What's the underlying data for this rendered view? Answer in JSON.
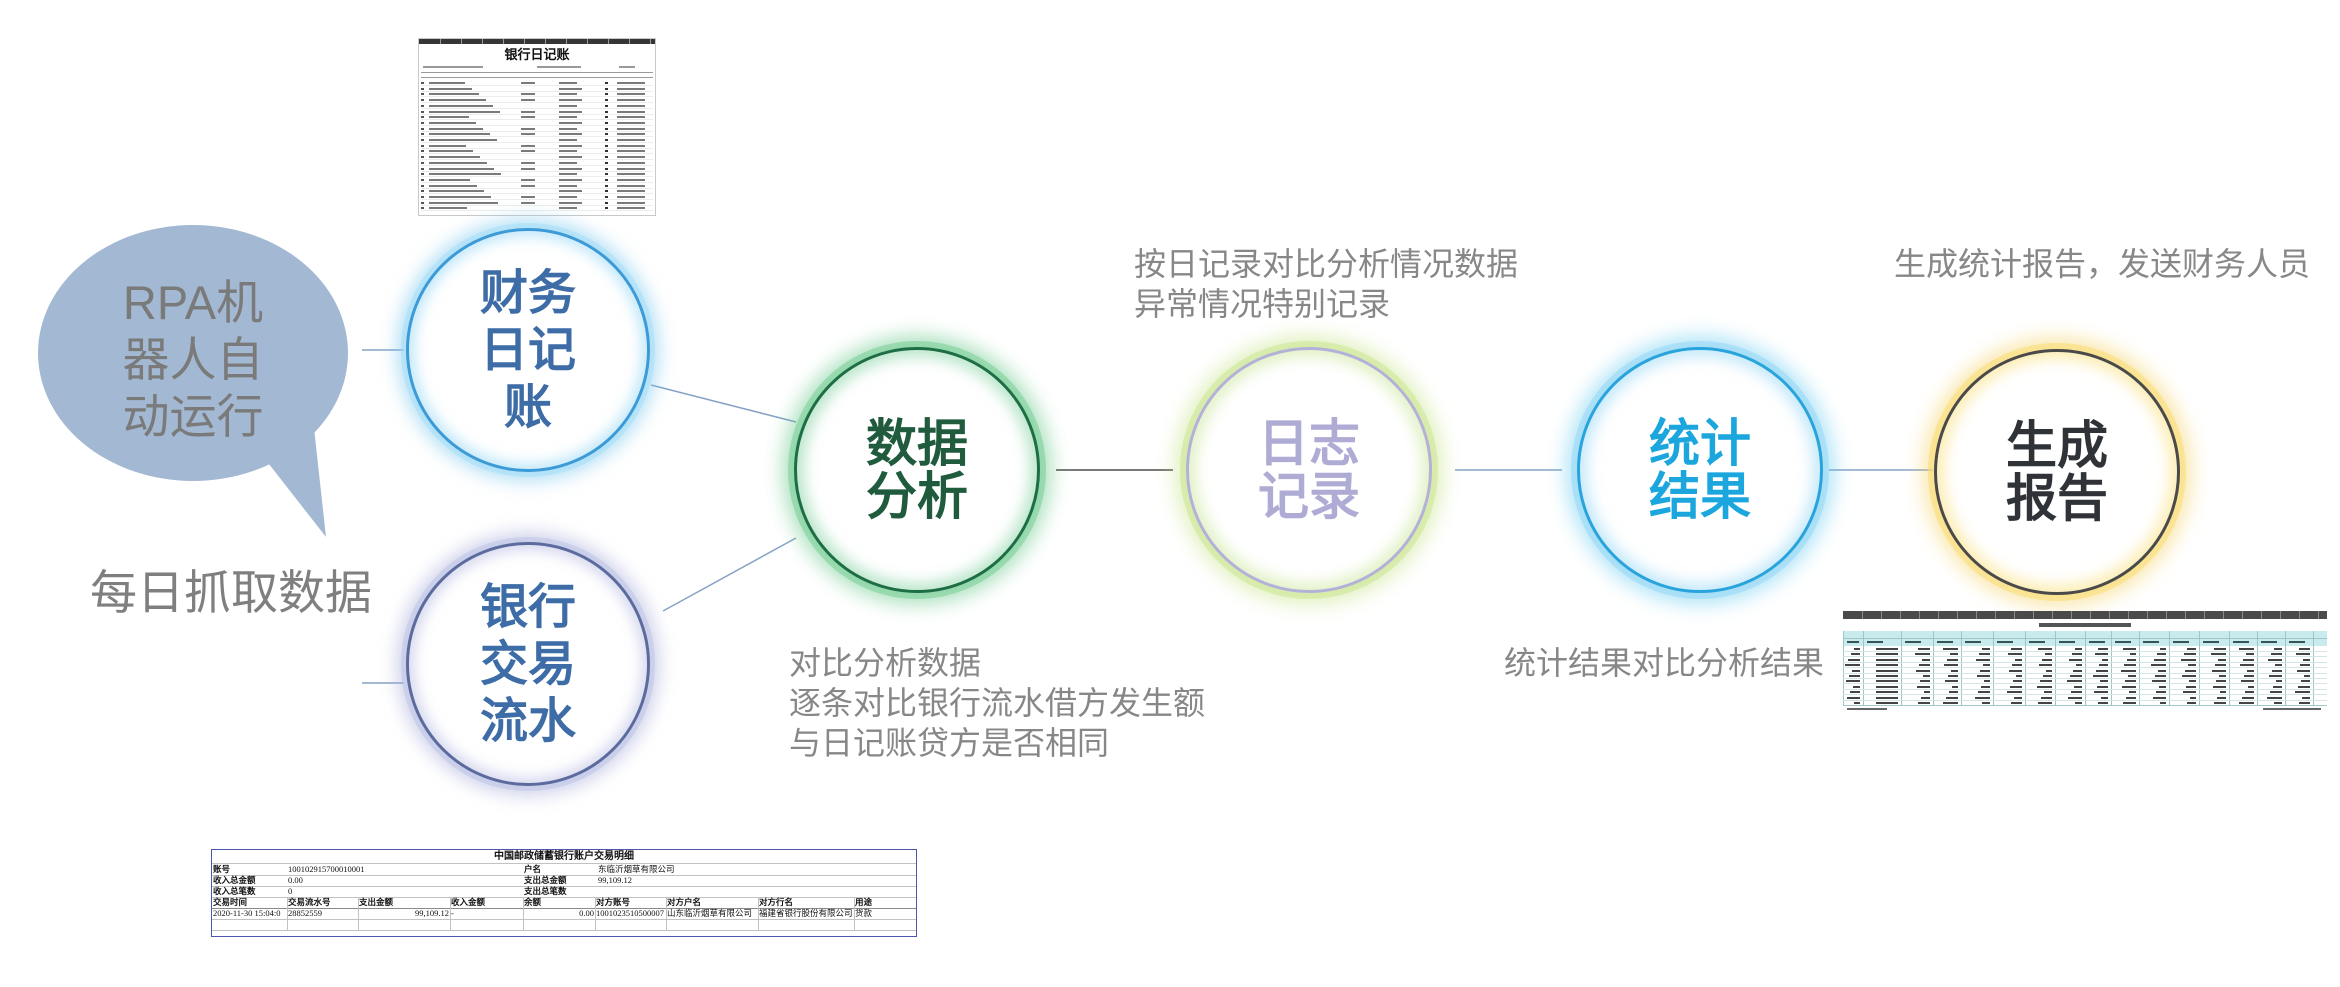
{
  "bubble": {
    "lines": [
      "RPA机",
      "器人自",
      "动运行"
    ],
    "fill": "#a3b8d3"
  },
  "daily_capture_label": "每日抓取数据",
  "nodes": {
    "journal": {
      "lines": [
        "财务",
        "日记",
        "账"
      ],
      "text_color": "#3d6ca6",
      "ring_color": "#3c9bd6"
    },
    "bank_flow": {
      "lines": [
        "银行",
        "交易",
        "流水"
      ],
      "text_color": "#3d6ca6",
      "ring_color": "#5b6b9d"
    },
    "analysis": {
      "lines": [
        "数据",
        "分析"
      ],
      "text_color": "#1f5b3c",
      "ring_color": "#1e6e45"
    },
    "log": {
      "lines": [
        "日志",
        "记录"
      ],
      "text_color": "#aeabd4",
      "ring_color": "#b3b1d8"
    },
    "stats": {
      "lines": [
        "统计",
        "结果"
      ],
      "text_color": "#1ba6dd",
      "ring_color": "#29a3dc"
    },
    "report": {
      "lines": [
        "生成",
        "报告"
      ],
      "text_color": "#2f3338",
      "ring_color": "#4a4a4a"
    }
  },
  "notes": {
    "log": [
      "按日记录对比分析情况数据",
      "异常情况特别记录"
    ],
    "report": "生成统计报告，发送财务人员",
    "analysis": [
      "对比分析数据",
      "逐条对比银行流水借方发生额",
      "与日记账贷方是否相同"
    ],
    "stats": "统计结果对比分析结果"
  },
  "journal_sheet": {
    "title": "银行日记账"
  },
  "bank_statement": {
    "title": "中国邮政储蓄银行账户交易明细",
    "summary": [
      [
        "账号",
        "100102915700010001",
        "户名",
        "东临沂烟草有限公司"
      ],
      [
        "收入总金额",
        "0.00",
        "支出总金额",
        "99,109.12"
      ],
      [
        "收入总笔数",
        "0",
        "支出总笔数"
      ]
    ],
    "headers": [
      "交易时间",
      "交易流水号",
      "支出金额",
      "收入金额",
      "余额",
      "对方账号",
      "对方户名",
      "对方行名",
      "用途"
    ],
    "rows": [
      [
        "2020-11-30 15:04:0",
        "28852559",
        "99,109.12",
        "-",
        "0.00",
        "1001023510500007",
        "山东临沂烟草有限公司",
        "福建省银行股份有限公司送",
        "货款"
      ]
    ]
  },
  "colors": {
    "connector": "#86a3c6",
    "connector_dark": "#4d4d4d",
    "note_text": "#878787",
    "statement_border": "#4c56ad",
    "report_header_fill": "#c9ebee"
  }
}
